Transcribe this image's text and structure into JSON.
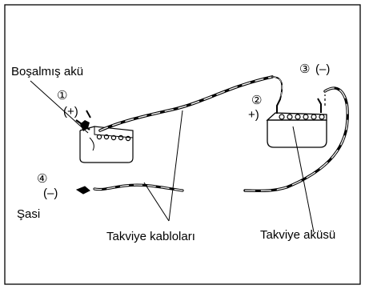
{
  "labels": {
    "discharged_battery": "Boşalmış akü",
    "chassis": "Şasi",
    "jumper_cables": "Takviye kabloları",
    "booster_battery": "Takviye aküsü"
  },
  "steps": [
    {
      "marker": "①",
      "sign": "(+)"
    },
    {
      "marker": "②",
      "sign": "+)"
    },
    {
      "marker": "③",
      "sign": "(–)"
    },
    {
      "marker": "④",
      "sign": "(–)"
    }
  ],
  "colors": {
    "ink": "#000000",
    "background": "#ffffff"
  }
}
